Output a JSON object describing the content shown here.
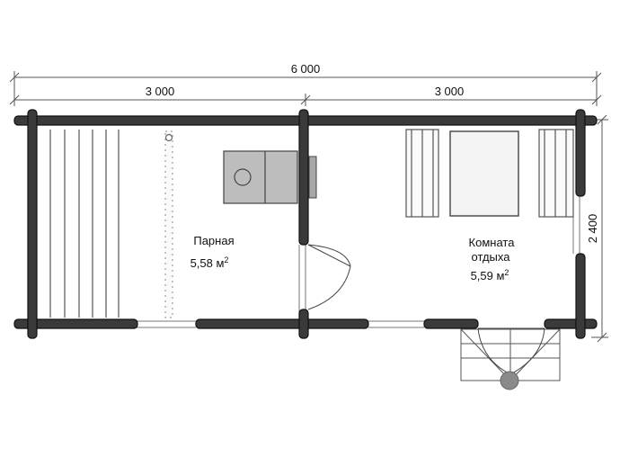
{
  "dimensions": {
    "total_width": "6 000",
    "left_width": "3 000",
    "right_width": "3 000",
    "depth": "2 400"
  },
  "rooms": {
    "steam": {
      "name": "Парная",
      "area": "5,58 м",
      "unit_power": "2"
    },
    "rest": {
      "name_line1": "Комната",
      "name_line2": "отдыха",
      "area": "5,59 м",
      "unit_power": "2"
    }
  }
}
